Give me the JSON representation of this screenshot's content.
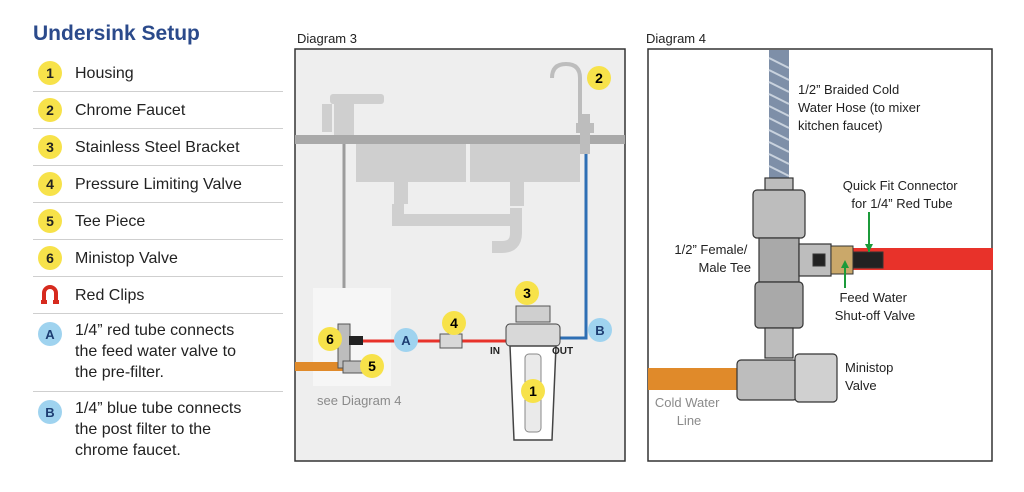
{
  "title": "Undersink Setup",
  "legend": [
    {
      "marker": "1",
      "text": "Housing"
    },
    {
      "marker": "2",
      "text": "Chrome Faucet"
    },
    {
      "marker": "3",
      "text": "Stainless Steel Bracket"
    },
    {
      "marker": "4",
      "text": "Pressure Limiting Valve"
    },
    {
      "marker": "5",
      "text": "Tee Piece"
    },
    {
      "marker": "6",
      "text": "Ministop Valve"
    },
    {
      "marker": "",
      "text": "Red Clips"
    },
    {
      "marker": "A",
      "text_lines": [
        "1/4” red tube connects",
        "the feed water valve to",
        "the pre-filter."
      ]
    },
    {
      "marker": "B",
      "text_lines": [
        "1/4” blue tube connects",
        "the post filter to the",
        "chrome faucet."
      ]
    }
  ],
  "diagram3": {
    "title": "Diagram 3",
    "markers": {
      "one": "1",
      "two": "2",
      "three": "3",
      "four": "4",
      "five": "5",
      "six": "6",
      "a": "A",
      "b": "B"
    },
    "in_label": "IN",
    "out_label": "OUT",
    "see_note": "see Diagram 4"
  },
  "diagram4": {
    "title": "Diagram 4",
    "hose_label": [
      "1/2” Braided Cold",
      "Water Hose (to mixer",
      "kitchen faucet)"
    ],
    "connector_label": [
      "Quick Fit Connector",
      "for 1/4” Red Tube"
    ],
    "tee_label": [
      "1/2” Female/",
      "Male Tee"
    ],
    "shutoff_label": [
      "Feed Water",
      "Shut-off Valve"
    ],
    "ministop_label": [
      "Ministop",
      "Valve"
    ],
    "cold_label": [
      "Cold Water",
      "Line"
    ]
  },
  "colors": {
    "title_blue": "#2b4a8b",
    "badge_yellow": "#f7e24a",
    "badge_blue": "#9fd3ef",
    "red_tube": "#e8322a",
    "blue_tube": "#2e6fb4",
    "orange_pipe": "#e08a2a",
    "clip_red": "#d62a1e",
    "callout_green": "#1c9a3a"
  }
}
